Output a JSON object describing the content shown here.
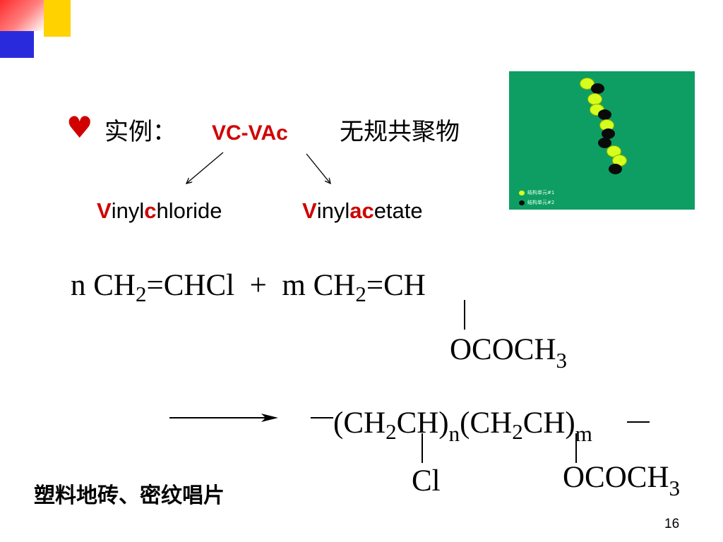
{
  "title": {
    "bullet_glyph": "♥",
    "example_label": "实例：",
    "polymer_abbrev": "VC-VAc",
    "polymer_type": "无规共聚物"
  },
  "monomer_names": {
    "vinyl_chloride": {
      "v": "V",
      "inyl": "inyl",
      "c": "c",
      "hloride": "hloride"
    },
    "vinyl_acetate": {
      "v": "V",
      "inyl": "inyl",
      "ac": "ac",
      "etate": "etate"
    }
  },
  "reactants": {
    "n_coef": "n",
    "ch": "CH",
    "sub2": "2",
    "vc_rest": "=CHCl",
    "plus": "+",
    "m_coef": "m",
    "vac_rest": "=CH",
    "acetate_group": "OCOCH",
    "sub3": "3"
  },
  "product": {
    "open_paren": "(",
    "ch": "CH",
    "sub2": "2",
    "ch_close": "CH)",
    "sub_n": "n",
    "sub_m": "m",
    "cl": "Cl",
    "acetate_group": "OCOCH",
    "sub3": "3"
  },
  "chain_image": {
    "legend_unit1": "结构单元#1",
    "legend_unit2": "结构单元#2",
    "colors": {
      "background": "#0e9e63",
      "unit1": "#d6ff1e",
      "unit2": "#0a0a0a"
    }
  },
  "applications": "塑料地砖、密纹唱片",
  "page_number": "16",
  "colors": {
    "accent_red": "#d00000",
    "deco_red": "#ff2a2a",
    "deco_yellow": "#ffd200",
    "deco_blue": "#2a2add"
  }
}
